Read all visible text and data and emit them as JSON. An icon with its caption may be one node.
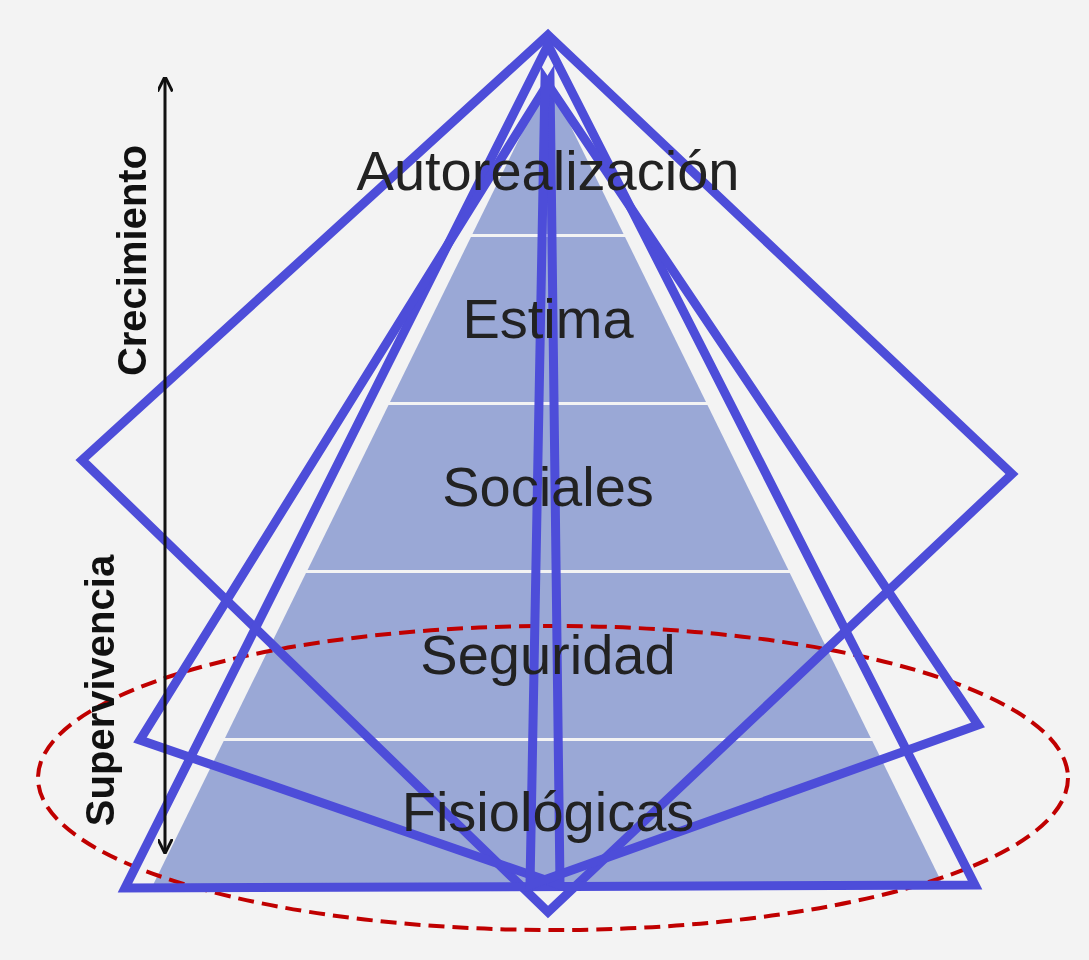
{
  "diagram": {
    "nodes": [
      {
        "text": [
          "Autorealización"
        ]
      },
      {
        "text": [
          "Estima"
        ]
      },
      {
        "text": [
          "Sociales"
        ]
      },
      {
        "text": [
          "Seguridad"
        ]
      },
      {
        "text": [
          "Fisiológicas"
        ]
      }
    ],
    "labels": [
      "Crecimiento",
      "Supervivencia"
    ]
  }
}
